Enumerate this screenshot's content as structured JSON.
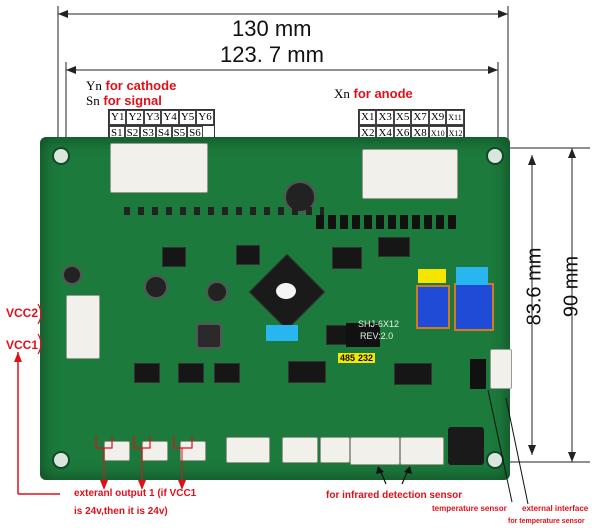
{
  "dimensions": {
    "outer_width": "130 mm",
    "inner_width": "123. 7 mm",
    "inner_height": "83.6 mm",
    "outer_height": "90 mm"
  },
  "legend": {
    "yn_prefix": "Yn",
    "yn_text": "for cathode",
    "sn_prefix": "Sn",
    "sn_text": "for signal",
    "xn_prefix": "Xn",
    "xn_text": "for anode"
  },
  "cathode_pins": {
    "row1": [
      "Y1",
      "Y2",
      "Y3",
      "Y4",
      "Y5",
      "Y6"
    ],
    "row2": [
      "S1",
      "S2",
      "S3",
      "S4",
      "S5",
      "S6"
    ]
  },
  "anode_pins": {
    "row1": [
      "X1",
      "X3",
      "X5",
      "X7",
      "X9",
      "X11"
    ],
    "row2": [
      "X2",
      "X4",
      "X6",
      "X8",
      "X10",
      "X12"
    ]
  },
  "board": {
    "model": "SHJ-6X12",
    "rev": "REV:2.0",
    "port_485": "485",
    "port_232": "232"
  },
  "annotations": {
    "vcc2": "VCC2",
    "vcc1": "VCC1",
    "external_output_line1": "exteranl output 1 (if VCC1",
    "external_output_line2": "is 24v,then it is 24v)",
    "infrared": "for infrared detection sensor",
    "temperature_sensor": "temperature sensor",
    "external_interface": "external interface",
    "for_temperature_sensor": "for temperature sensor"
  },
  "colors": {
    "pcb_green": "#1c7a3c",
    "annotation_red": "#e0101a",
    "dip_blue": "#1f4bd6"
  }
}
